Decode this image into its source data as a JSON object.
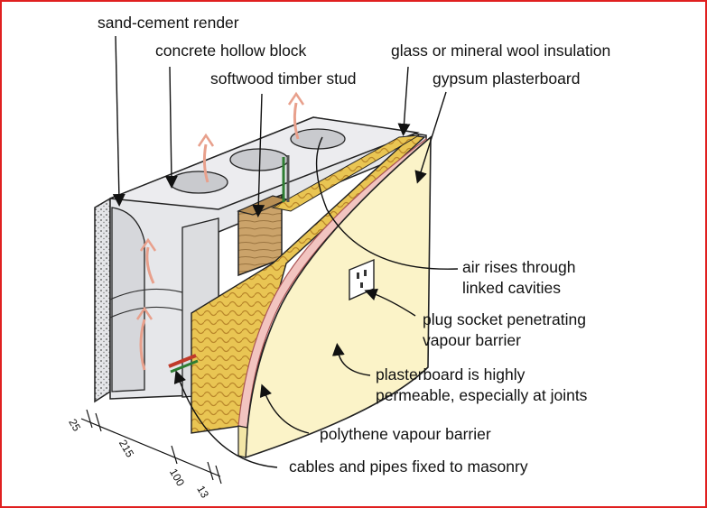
{
  "labels": {
    "sand_cement_render": "sand-cement render",
    "concrete_hollow_block": "concrete hollow block",
    "softwood_timber_stud": "softwood timber stud",
    "insulation": "glass or mineral wool insulation",
    "plasterboard": "gypsum plasterboard",
    "air_rises_1": "air rises through",
    "air_rises_2": "linked cavities",
    "plug_socket_1": "plug socket penetrating",
    "plug_socket_2": "vapour barrier",
    "permeable_1": "plasterboard is highly",
    "permeable_2": "permeable, especially at joints",
    "vapour_barrier": "polythene vapour barrier",
    "cables": "cables and pipes fixed to masonry"
  },
  "dimensions": [
    "25",
    "215",
    "100",
    "13"
  ],
  "colors": {
    "frame": "#e02020",
    "plasterboard": "#fbf3c8",
    "insulation": "#e8c24a",
    "timber": "#c9a46a",
    "block": "#e6e7ea",
    "air_arrow": "#e8a08c",
    "vapour_barrier": "#f2c4c0"
  }
}
